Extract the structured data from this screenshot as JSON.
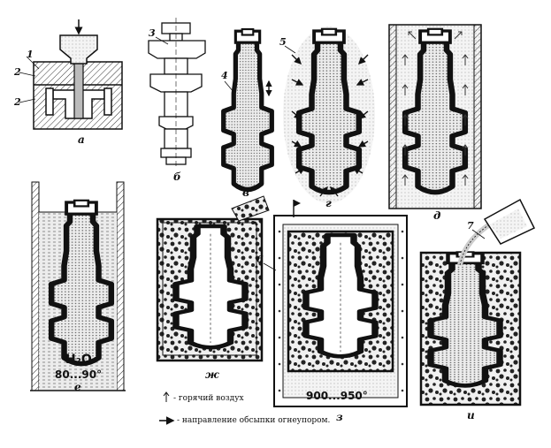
{
  "panels": {
    "a": "а",
    "b": "б",
    "v": "в",
    "g": "г",
    "d": "д",
    "e": "е",
    "zh": "ж",
    "z": "з",
    "i": "и"
  },
  "callouts": {
    "n1": "1",
    "n2a": "2",
    "n2b": "2",
    "n3": "3",
    "n4": "4",
    "n5": "5",
    "n6": "6",
    "n7": "7"
  },
  "h2o": "H₂O",
  "temp_e": "80...90°",
  "temp_z": "900...950°",
  "legend": {
    "hot_air": "- горячий воздух",
    "direction": "- направление обсыпки огнеупором."
  }
}
